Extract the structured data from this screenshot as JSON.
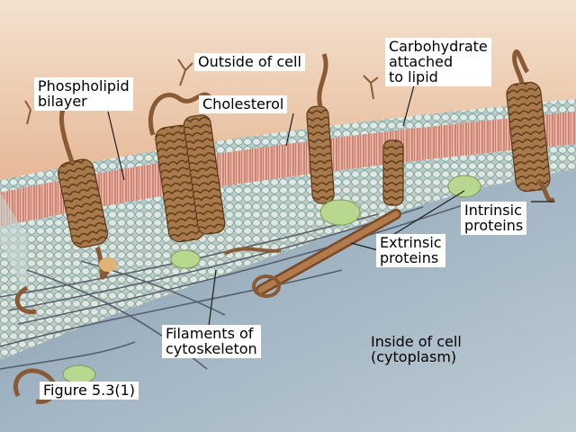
{
  "labels": {
    "outside": "Outside of cell",
    "carbohydrate": "Carbohydrate\nattached\nto lipid",
    "phospholipid": "Phospholipid\nbilayer",
    "cholesterol": "Cholesterol",
    "intrinsic": "Intrinsic\nproteins",
    "extrinsic": "Extrinsic\nproteins",
    "filaments": "Filaments of\ncytoskeleton",
    "inside": "Inside of cell\n(cytoplasm)",
    "figure": "Figure 5.3(1)"
  },
  "colors": {
    "outside_background": "#d89a78",
    "inside_background": "#9fb3c2",
    "label_background": "#ffffff",
    "protein": "#9a6a3c",
    "lipid_heads": "#c9d8d4",
    "bilayer_tails": "#c77a6c",
    "extrinsic_protein": "#b8d890",
    "filament": "#5f6a77"
  }
}
